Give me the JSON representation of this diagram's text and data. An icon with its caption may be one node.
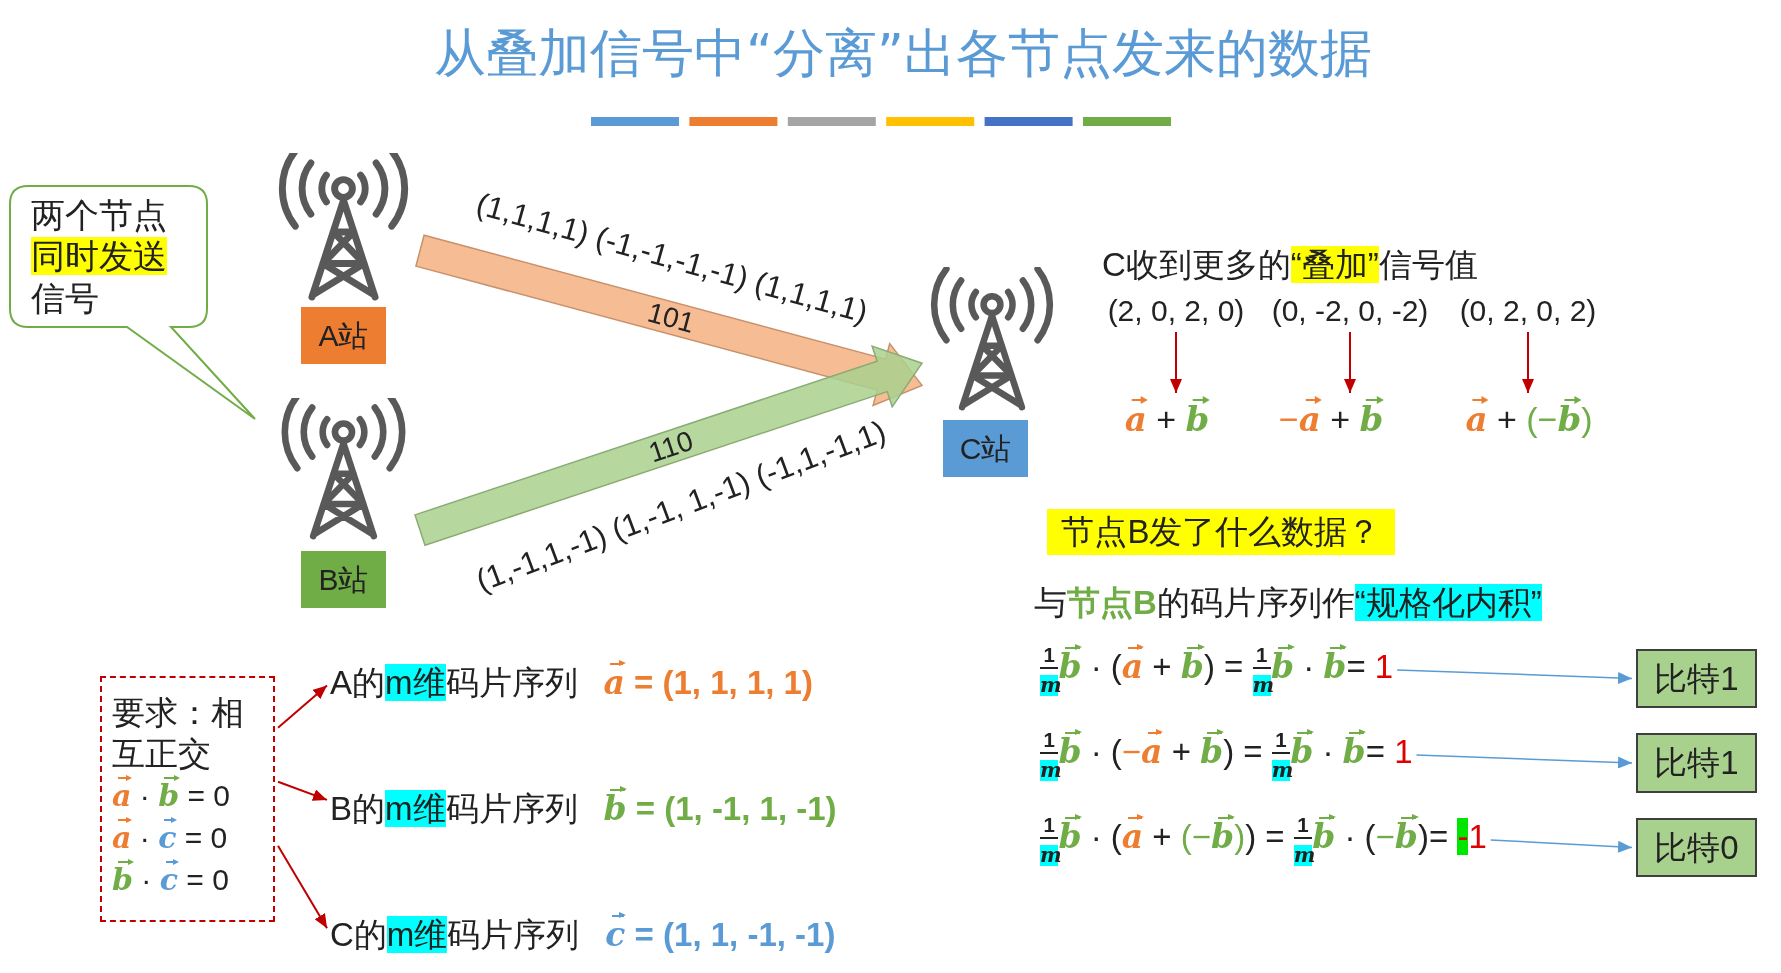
{
  "diagram": {
    "title": "从叠加信号中“分离”出各节点发来的数据",
    "nodes": [
      {
        "text": [
          "两个节点同时发送信号"
        ]
      },
      {
        "text": [],
        "shape": "picture"
      },
      {
        "text": [
          "A站"
        ]
      },
      {
        "text": [],
        "shape": "picture"
      },
      {
        "text": [
          "B站"
        ]
      },
      {
        "text": [],
        "shape": "picture"
      },
      {
        "text": [
          "C站"
        ]
      },
      {
        "text": [
          "(2, 0, 2, 0)"
        ]
      },
      {
        "text": [
          "(0, -2, 0, -2)"
        ]
      },
      {
        "text": [
          "(0, 2, 0, 2)"
        ]
      },
      {
        "text": [
          "*a* + *b*"
        ]
      },
      {
        "text": [
          "−*a* + *b*"
        ]
      },
      {
        "text": [
          "*a* + (−*b*)"
        ]
      },
      {
        "text": [
          "节点B发了什么数据？"
        ]
      },
      {
        "text": [
          "要求：相互正交",
          "*a* · *b* = 0",
          "*a* · *c* = 0",
          "*b* · *c* = 0"
        ]
      },
      {
        "text": [
          "A的m维码片序列",
          "*a* = (1, 1, 1, 1)"
        ]
      },
      {
        "text": [
          "$^{1}$$_{m}$*b* · (*a* + *b*) = $^{1}$$_{m}$*b* · *b*= 1"
        ]
      },
      {
        "text": [
          "比特1"
        ]
      },
      {
        "text": [
          "B的m维码片序列",
          "*b* = (1, -1, 1, -1)"
        ]
      },
      {
        "text": [
          "$^{1}$$_{m}$*b* · (−*a* + *b*) = $^{1}$$_{m}$*b* · *b*= 1"
        ]
      },
      {
        "text": [
          "比特1"
        ]
      },
      {
        "text": [
          "C的m维码片序列",
          "*c* = (1, 1, -1, -1)"
        ]
      },
      {
        "text": [
          "$^{1}$$_{m}$*b* · (*a* + (−*b*)) = $^{1}$$_{m}$*b* · (−*b*)= -1"
        ]
      },
      {
        "text": [
          "比特0"
        ]
      }
    ],
    "edges": [
      {
        "from": 1,
        "to": 5,
        "arrow": "to",
        "label": "101",
        "style": "thick",
        "color": "#f4b183"
      },
      {
        "from": 3,
        "to": 5,
        "arrow": "to",
        "label": "110",
        "style": "thick",
        "color": "#a9d18e"
      },
      {
        "from": 7,
        "to": 10,
        "arrow": "to"
      },
      {
        "from": 8,
        "to": 11,
        "arrow": "to"
      },
      {
        "from": 9,
        "to": 12,
        "arrow": "to"
      },
      {
        "from": 14,
        "to": 15,
        "arrow": "to"
      },
      {
        "from": 14,
        "to": 18,
        "arrow": "to"
      },
      {
        "from": 14,
        "to": 21,
        "arrow": "to"
      },
      {
        "from": 16,
        "to": 17,
        "arrow": "to",
        "color": "#5b9bd5"
      },
      {
        "from": 19,
        "to": 20,
        "arrow": "to",
        "color": "#5b9bd5"
      },
      {
        "from": 22,
        "to": 23,
        "arrow": "to",
        "color": "#5b9bd5"
      }
    ],
    "labels": [
      "(1,1,1,1) (-1,-1,-1,-1) (1,1,1,1)",
      "C收到更多的“叠加”信号值",
      "(1,-1,1,-1) (1,-1, 1,-1) (-1,1,-1,1)",
      "与**节点B**的码片序列作“规格化内积”"
    ]
  }
}
